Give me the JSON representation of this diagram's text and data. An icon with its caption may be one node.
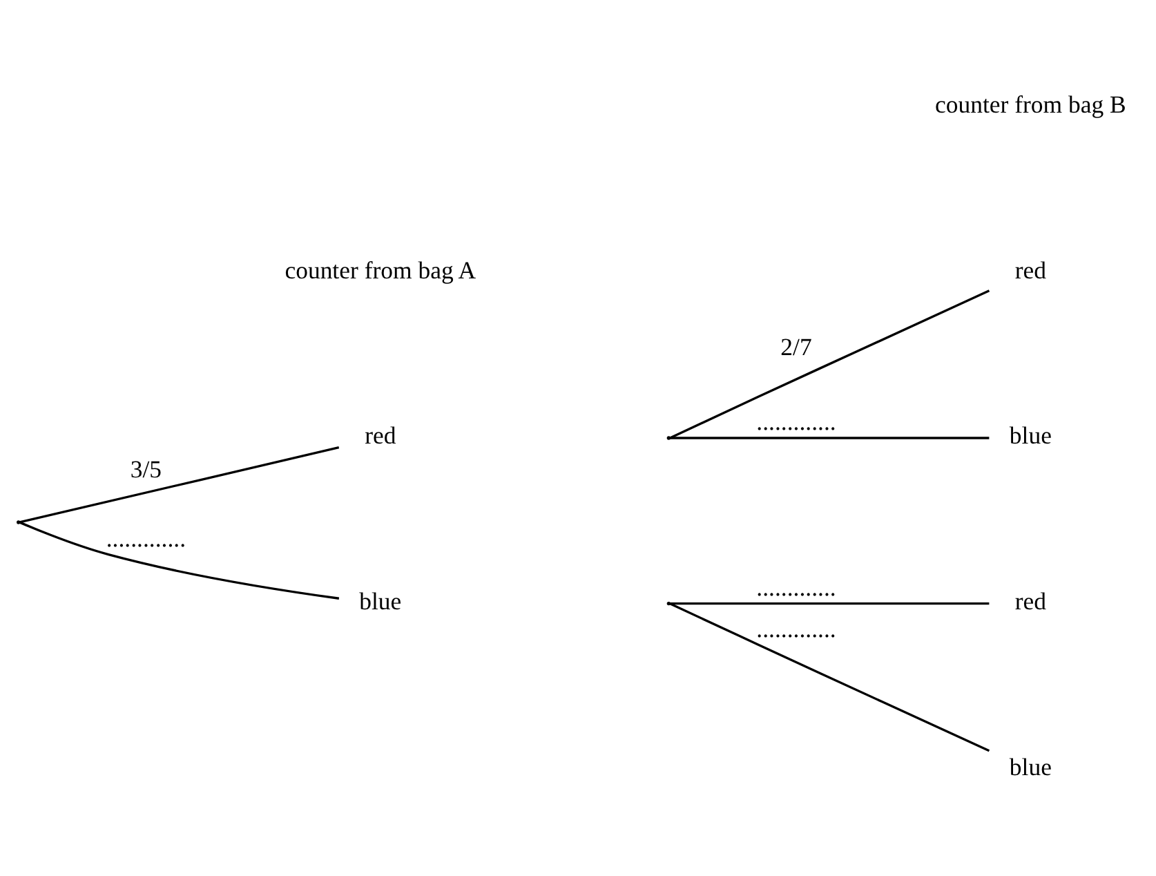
{
  "diagram": {
    "nodes": [
      {
        "text": [],
        "shape": "point"
      },
      {
        "text": [
          "red"
        ]
      },
      {
        "text": [
          "blue"
        ]
      },
      {
        "text": [],
        "shape": "point"
      },
      {
        "text": [],
        "shape": "point"
      },
      {
        "text": [
          "red"
        ]
      },
      {
        "text": [
          "blue"
        ]
      },
      {
        "text": [
          "red"
        ]
      },
      {
        "text": [
          "blue"
        ]
      }
    ],
    "edges": [
      {
        "from": 0,
        "to": 1,
        "arrow": "none",
        "label": "3/5"
      },
      {
        "from": 0,
        "to": 2,
        "arrow": "none",
        "label": "............."
      },
      {
        "from": 3,
        "to": 5,
        "arrow": "none",
        "label": "2/7"
      },
      {
        "from": 3,
        "to": 6,
        "arrow": "none",
        "label": "............."
      },
      {
        "from": 4,
        "to": 7,
        "arrow": "none",
        "label": "............."
      },
      {
        "from": 4,
        "to": 8,
        "arrow": "none",
        "label": "............."
      }
    ],
    "labels": [
      "counter from bag A",
      "counter from bag B"
    ]
  }
}
